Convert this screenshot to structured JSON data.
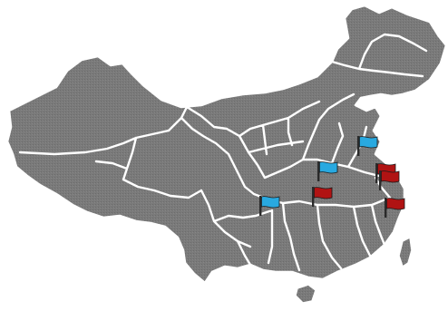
{
  "map": {
    "fill_color": "#7a7a7a",
    "border_color": "#ffffff",
    "background": "#ffffff"
  },
  "legend_colors": {
    "blue": "#29a9e0",
    "red": "#b01313"
  },
  "markers": [
    {
      "id": "flag-blue-1",
      "color": "blue",
      "icon": "flag-icon"
    },
    {
      "id": "flag-blue-2",
      "color": "blue",
      "icon": "flag-icon"
    },
    {
      "id": "flag-blue-3",
      "color": "blue",
      "icon": "flag-icon"
    },
    {
      "id": "flag-red-1",
      "color": "red",
      "icon": "flag-icon"
    },
    {
      "id": "flag-red-2",
      "color": "red",
      "icon": "flag-icon"
    },
    {
      "id": "flag-red-3",
      "color": "red",
      "icon": "flag-icon"
    },
    {
      "id": "flag-red-4",
      "color": "red",
      "icon": "flag-icon"
    }
  ]
}
